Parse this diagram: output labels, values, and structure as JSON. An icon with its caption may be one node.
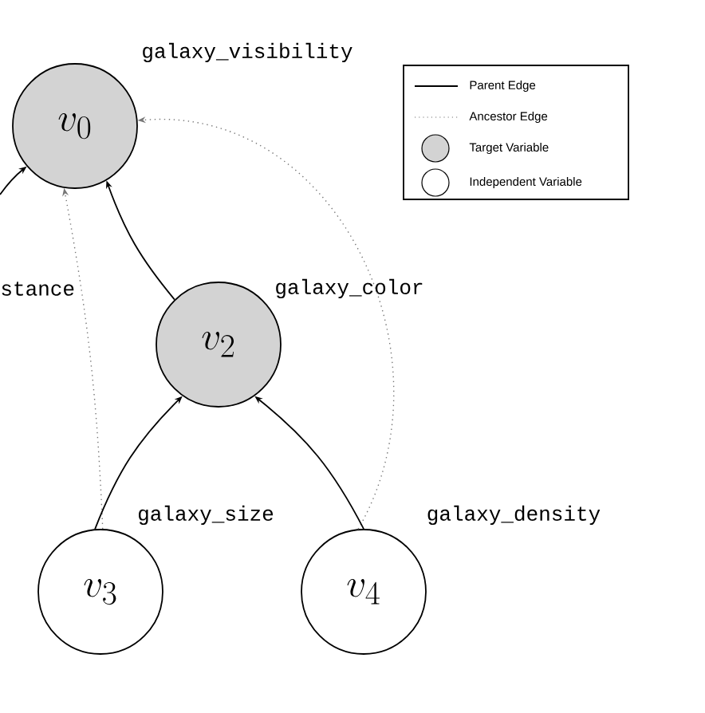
{
  "diagram": {
    "nodes": [
      {
        "text": [
          "v_0"
        ],
        "beside": [
          "galaxy_visibility"
        ]
      },
      {
        "text": [
          "v_2"
        ],
        "beside": [
          "galaxy_color"
        ]
      },
      {
        "text": [
          "v_3"
        ],
        "beside": [
          "galaxy_size"
        ]
      },
      {
        "text": [
          "v_4"
        ],
        "beside": [
          "galaxy_density"
        ]
      }
    ],
    "edges": [
      {
        "from": null,
        "to": 0,
        "arrow": "to"
      },
      {
        "from": 1,
        "to": 0,
        "arrow": "to"
      },
      {
        "from": 2,
        "to": 0,
        "arrow": "to",
        "style": "dashed",
        "color": "#777777"
      },
      {
        "from": 3,
        "to": 0,
        "arrow": "to",
        "style": "dashed",
        "color": "#777777"
      },
      {
        "from": 2,
        "to": 1,
        "arrow": "to"
      },
      {
        "from": 3,
        "to": 1,
        "arrow": "to"
      }
    ],
    "labels": [
      "stance"
    ],
    "legend": [
      {
        "text": "Parent Edge"
      },
      {
        "text": "Ancestor Edge"
      },
      {
        "text": "Target Variable",
        "color": "#d3d3d3"
      },
      {
        "text": "Independent Variable"
      }
    ]
  }
}
